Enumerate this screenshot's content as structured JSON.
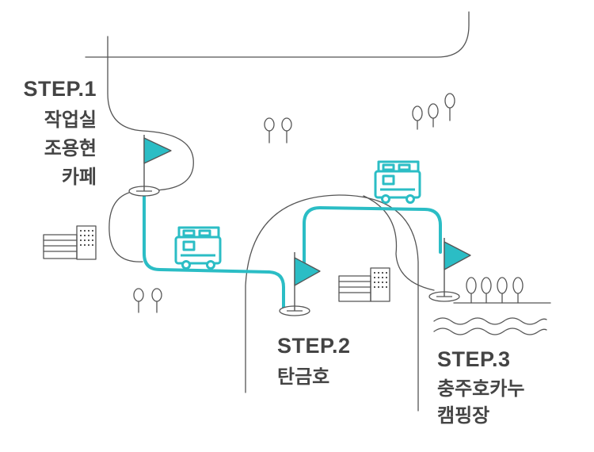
{
  "steps": [
    {
      "title": "STEP.1",
      "lines": [
        "작업실",
        "조용현",
        "카페"
      ]
    },
    {
      "title": "STEP.2",
      "lines": [
        "탄금호"
      ]
    },
    {
      "title": "STEP.3",
      "lines": [
        "충주호카누",
        "캠핑장"
      ]
    }
  ],
  "colors": {
    "route": "#2bbdc5",
    "line": "#555555",
    "text": "#444444"
  },
  "icons": [
    "flag-icon",
    "campervan-icon",
    "tree-icon",
    "building-icon",
    "water-waves-icon"
  ]
}
